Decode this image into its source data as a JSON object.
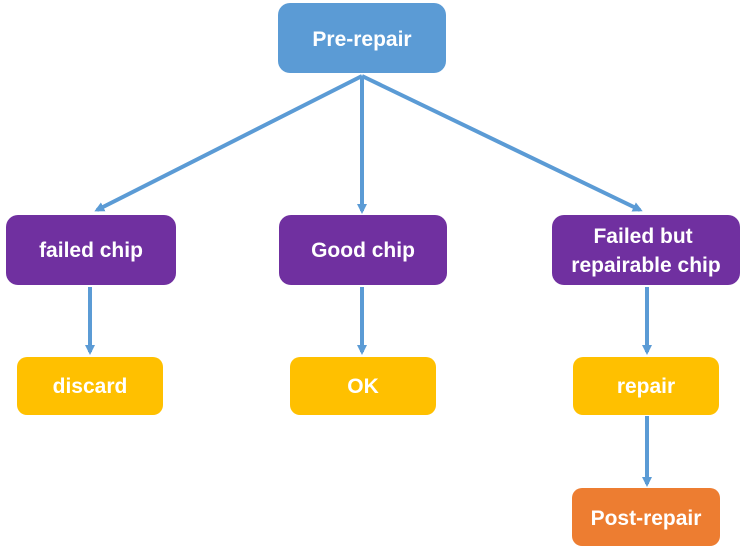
{
  "colors": {
    "root": "#5b9bd5",
    "category": "#7030a0",
    "outcome": "#ffc000",
    "post": "#ed7d31",
    "connector": "#5b9bd5",
    "text": "#ffffff"
  },
  "nodes": {
    "pre_repair": "Pre-repair",
    "failed_chip": "failed chip",
    "good_chip": "Good chip",
    "repairable_line1": "Failed but",
    "repairable_line2": "repairable chip",
    "discard": "discard",
    "ok": "OK",
    "repair": "repair",
    "post_repair": "Post-repair"
  }
}
